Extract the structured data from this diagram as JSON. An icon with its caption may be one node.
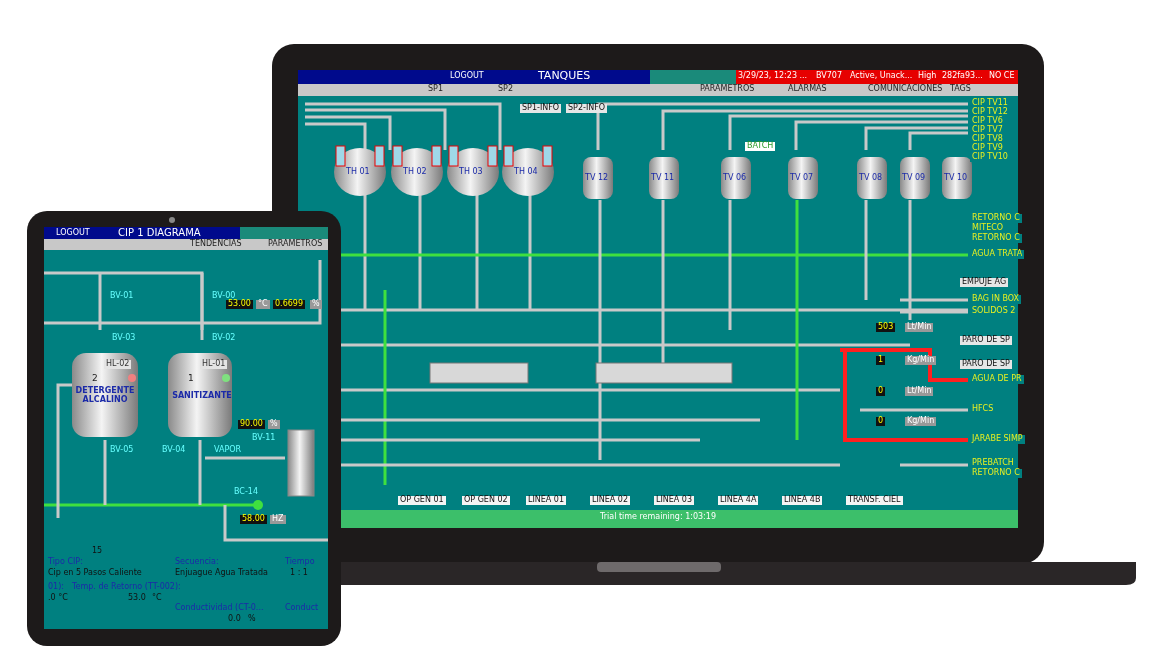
{
  "diagram": {
    "labels": [
      "LOGOUT",
      "TANQUES",
      "3/29/23, 12:23 ...",
      "BV707",
      "Active, Unack...",
      "High",
      "282fa93...",
      "NO CE",
      "SP1",
      "SP2",
      "PARAMETROS",
      "ALARMAS",
      "COMUNICACIONES",
      "TAGS",
      "SP1-INFO",
      "SP2-INFO",
      "TH 01",
      "TH 02",
      "TH 03",
      "TH 04",
      "TV 12",
      "TV 11",
      "BATCH",
      "TV 06",
      "TV 07",
      "TV 08",
      "TV 09",
      "TV 10",
      "CIP TV11",
      "CIP TV12",
      "CIP TV6",
      "CIP TV7",
      "CIP TV8",
      "CIP TV9",
      "CIP TV10",
      "RETORNO C",
      "MITECO",
      "RETORNO C",
      "AGUA TRATA",
      "EMPUJE AG",
      "BAG IN BOX",
      "SOLIDOS 2",
      "503",
      "Lt/Min",
      "PARO DE SP",
      "1",
      "Kg/Min",
      "PARO DE SP",
      "AGUA DE PR",
      "0",
      "Lt/Min",
      "HFCS",
      "0",
      "Kg/Min",
      "JARABE SIMP",
      "PREBATCH",
      "RETORNO C",
      "OP GEN 01",
      "OP GEN 02",
      "LINEA 01",
      "LINEA 02",
      "LINEA 03",
      "LINEA 4A",
      "LINEA 4B",
      "TRANSF. CIEL",
      "Trial time remaining: 1:03:19",
      "LOGOUT",
      "CIP 1 DIAGRAMA",
      "TENDENCIAS",
      "PARAMETROS",
      "BV-01",
      "BV-00",
      "53.00",
      "°C",
      "0.6699",
      "%",
      "BV-03",
      "BV-02",
      "2",
      "DETERGENTE ALCALINO",
      "HL-02",
      "1",
      "SANITIZANTE",
      "HL-01",
      "90.00",
      "%",
      "VAPOR",
      "BV-11",
      "BV-05",
      "BV-04",
      "BC-14",
      "58.00",
      "HZ",
      "15",
      "Tipo CIP:",
      "Cip en 5 Pasos Caliente",
      "Secuencia:",
      "Enjuague Agua Tratada",
      "Tiempo",
      "1 : 1",
      "01):",
      "Temp. de Retorno (TT-002):",
      "Conductividad (CT-0...",
      "Conduct",
      ".0 °C",
      "53.0",
      "°C",
      "0.0",
      "%"
    ]
  }
}
